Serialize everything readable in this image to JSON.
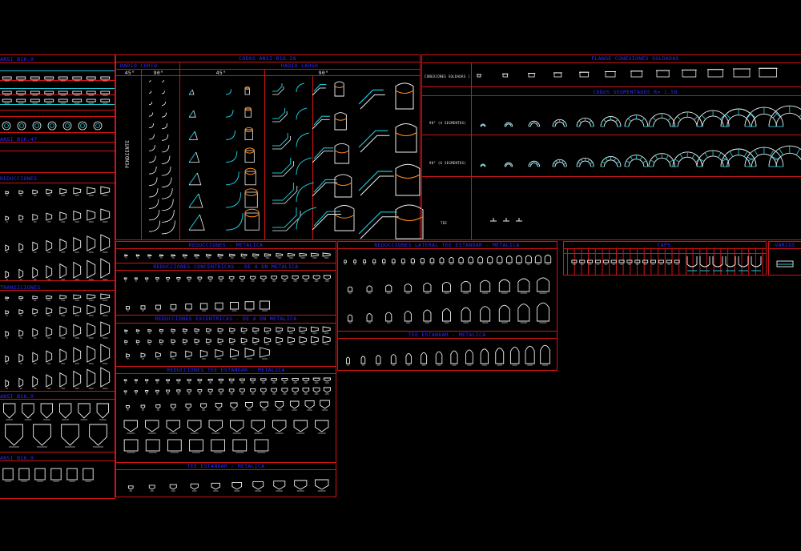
{
  "drawing": {
    "colors": {
      "frame": "#d11414",
      "title": "#2c2cff",
      "geometry": "#f2f2f2",
      "accent": "#19c7d6",
      "highlight": "#ff8a1a",
      "background": "#000000"
    },
    "left_panels": {
      "t1": "ANSI B16.9",
      "t2": "ANSI B16.47",
      "t3": "REDUCCIONES",
      "t4": "TRANSICIONES",
      "t5": "ANSI B16.9",
      "t6": "ANSI B16.9"
    },
    "elbows": {
      "title": "CODOS ANSI B16.28",
      "short": "RADIO CORTO",
      "long": "RADIO LARGO",
      "a1": "45°",
      "a2": "90°",
      "a3": "45°",
      "a4": "90°",
      "side": "PENDIENTE"
    },
    "flange": {
      "title": "FLANGE CONEXIONES SOLDADAS",
      "row_label": "CONEXIONES SOLDADAS (VELOCIDAD)"
    },
    "bends": {
      "title": "CODOS SEGMENTADOS R= 1.5D",
      "row1": "90° (4 SEGMENTOS)",
      "row2": "90° (6 SEGMENTOS)",
      "row3": "TEE"
    },
    "reducers": {
      "p1": "REDUCCIONES - METALICA",
      "p2": "REDUCCIONES CONCENTRICAS - DE A DN METALICA",
      "p3": "REDUCCIONES EXCENTRICAS - DE A DN METALICA",
      "p4": "REDUCCIONES TEE ESTANDAR - METALICA",
      "p5": "TEE ESTANDAR - METALICA"
    },
    "tees": {
      "p1": "REDUCCIONES LATERAL TEE ESTANDAR - METALICA",
      "p2": "TEE ESTANDAR - METALICA"
    },
    "caps": {
      "title": "CAPS"
    },
    "misc": {
      "title": "VARIOS"
    }
  }
}
